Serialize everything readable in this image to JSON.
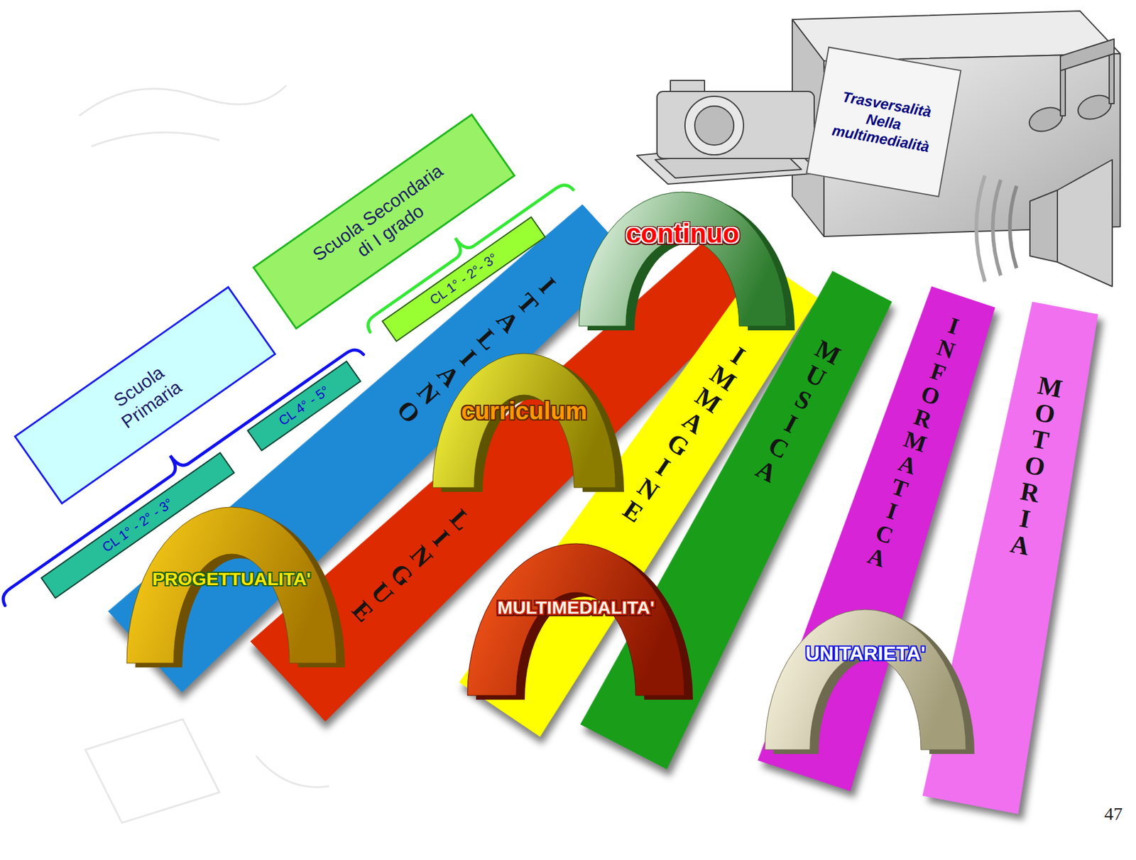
{
  "diagram": {
    "nodes": [
      {
        "text": [
          "Trasversalità Nella multimedialità"
        ]
      },
      {
        "text": [
          "Scuola Secondaria di I grado"
        ]
      },
      {
        "text": [
          "CL 1° - 2°- 3°"
        ]
      },
      {
        "text": [
          "Scuola Primaria"
        ]
      },
      {
        "text": [
          "CL 4° - 5°"
        ]
      },
      {
        "text": [
          "CL 1° - 2° - 3°"
        ]
      },
      {
        "text": [
          "ITALIANO"
        ]
      },
      {
        "text": [
          "LINGUE"
        ]
      },
      {
        "text": [
          "IMMAGINE"
        ]
      },
      {
        "text": [
          "MUSICA"
        ]
      },
      {
        "text": [
          "INFORMATICA"
        ]
      },
      {
        "text": [
          "MOTORIA"
        ]
      },
      {
        "text": [
          "continuo"
        ]
      },
      {
        "text": [
          "curriculum"
        ]
      },
      {
        "text": [
          "PROGETTUALITA'"
        ]
      },
      {
        "text": [
          "MULTIMEDIALITA'"
        ]
      },
      {
        "text": [
          "UNITARIETA'"
        ]
      }
    ],
    "labels": [
      "47"
    ]
  }
}
